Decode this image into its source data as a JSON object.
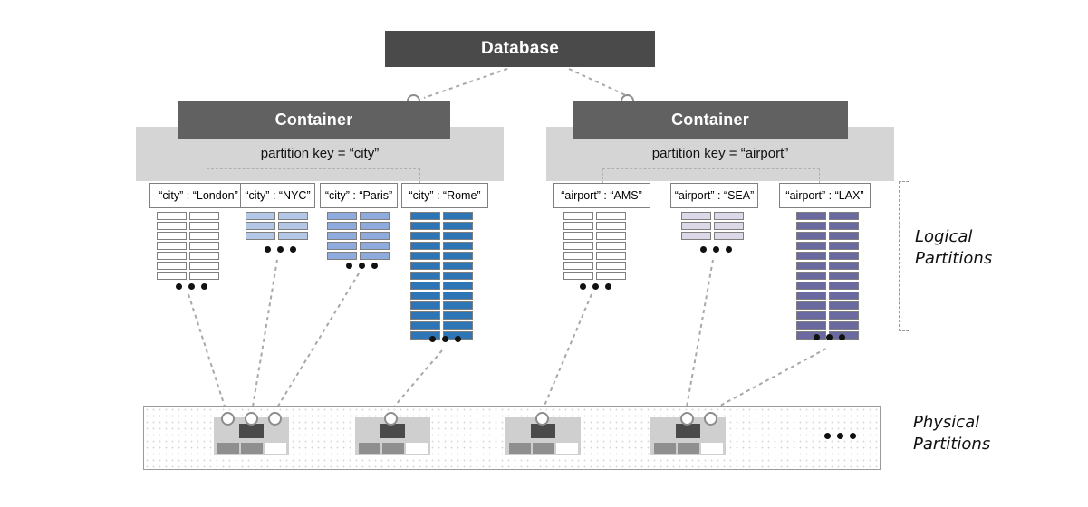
{
  "diagram": {
    "title_node": "Database",
    "side_labels": {
      "logical": "Logical\nPartitions",
      "logical_line1": "Logical",
      "logical_line2": "Partitions",
      "physical_line1": "Physical",
      "physical_line2": "Partitions"
    },
    "ellipsis": "•••",
    "colors": {
      "dark_bar": "#4a4a4a",
      "container_bar": "#616161",
      "band": "#d5d5d5",
      "white_docs": "#ffffff",
      "light_blue": "#b4c7e7",
      "mid_blue": "#8faadc",
      "strong_blue": "#2e75b6",
      "light_purple": "#ddd8e8",
      "strong_purple": "#6b6aa0",
      "border_gray": "#7f7f7f",
      "physical_box": "#cfcfcf"
    },
    "containers": [
      {
        "label": "Container",
        "partition_key_text": "partition key = “city”",
        "logical_partitions": [
          {
            "key_label": "“city” : “London”",
            "rows": 7,
            "color": "#ffffff",
            "has_ellipsis": true
          },
          {
            "key_label": "“city” : “NYC”",
            "rows": 3,
            "color": "#b4c7e7",
            "has_ellipsis": true
          },
          {
            "key_label": "“city” : “Paris”",
            "rows": 5,
            "color": "#8faadc",
            "has_ellipsis": true
          },
          {
            "key_label": "“city” : “Rome”",
            "rows": 13,
            "color": "#2e75b6",
            "has_ellipsis": true
          }
        ]
      },
      {
        "label": "Container",
        "partition_key_text": "partition key = “airport”",
        "logical_partitions": [
          {
            "key_label": "“airport” : “AMS”",
            "rows": 7,
            "color": "#ffffff",
            "has_ellipsis": true
          },
          {
            "key_label": "“airport” : “SEA”",
            "rows": 3,
            "color": "#ddd8e8",
            "has_ellipsis": true
          },
          {
            "key_label": "“airport” : “LAX”",
            "rows": 13,
            "color": "#6b6aa0",
            "has_ellipsis": true
          }
        ]
      }
    ],
    "physical_partitions": {
      "count": 4,
      "trailing_ellipsis": "•••"
    }
  }
}
